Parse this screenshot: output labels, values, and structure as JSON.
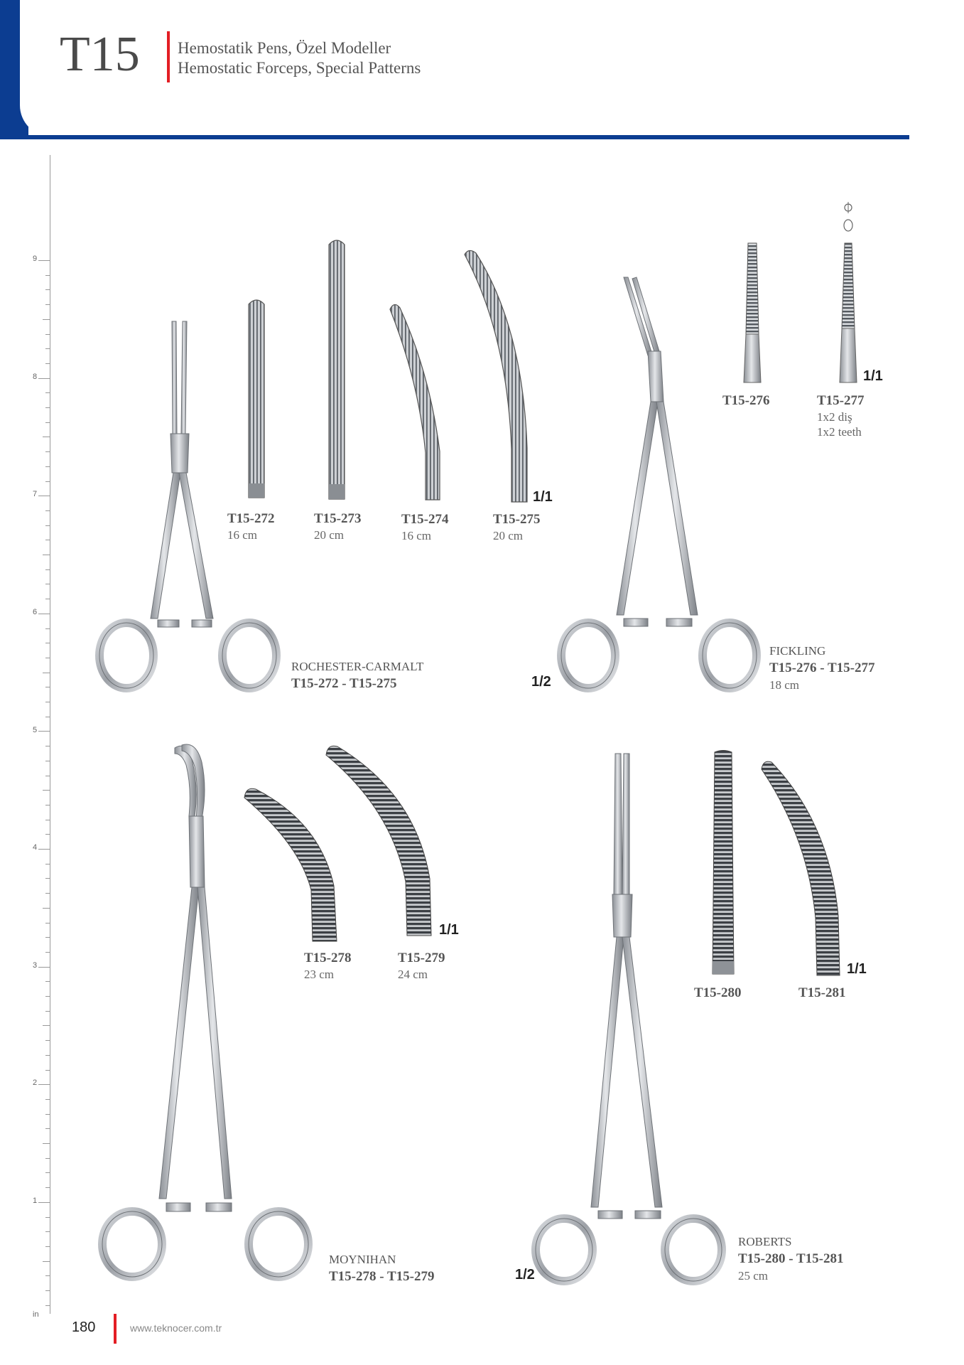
{
  "header": {
    "chapter_code": "T15",
    "title_tr": "Hemostatik Pens, Özel Modeller",
    "title_en": "Hemostatic Forceps, Special Patterns"
  },
  "ruler": {
    "labels": [
      "9",
      "8",
      "7",
      "6",
      "5",
      "4",
      "3",
      "2",
      "1",
      "in"
    ]
  },
  "groups": {
    "rochester": {
      "name": "ROCHESTER-CARMALT",
      "range": "T15-272 - T15-275",
      "scale": "1/1",
      "tips": [
        {
          "code": "T15-272",
          "length": "16 cm"
        },
        {
          "code": "T15-273",
          "length": "20 cm"
        },
        {
          "code": "T15-274",
          "length": "16 cm"
        },
        {
          "code": "T15-275",
          "length": "20 cm"
        }
      ]
    },
    "fickling": {
      "name": "FICKLING",
      "range": "T15-276 - T15-277",
      "length": "18 cm",
      "scale_main": "1/2",
      "scale_tips": "1/1",
      "tips": [
        {
          "code": "T15-276"
        },
        {
          "code": "T15-277",
          "note_tr": "1x2 diş",
          "note_en": "1x2  teeth"
        }
      ]
    },
    "moynihan": {
      "name": "MOYNIHAN",
      "range": "T15-278 - T15-279",
      "scale": "1/1",
      "tips": [
        {
          "code": "T15-278",
          "length": "23 cm"
        },
        {
          "code": "T15-279",
          "length": "24 cm"
        }
      ]
    },
    "roberts": {
      "name": "ROBERTS",
      "range": "T15-280 - T15-281",
      "length": "25 cm",
      "scale_main": "1/2",
      "scale_tips": "1/1",
      "tips": [
        {
          "code": "T15-280"
        },
        {
          "code": "T15-281"
        }
      ]
    }
  },
  "footer": {
    "page_number": "180",
    "website": "www.teknocer.com.tr"
  },
  "colors": {
    "brand_blue": "#0c3d91",
    "accent_red": "#e31e24",
    "steel": "#b9bdc2"
  }
}
